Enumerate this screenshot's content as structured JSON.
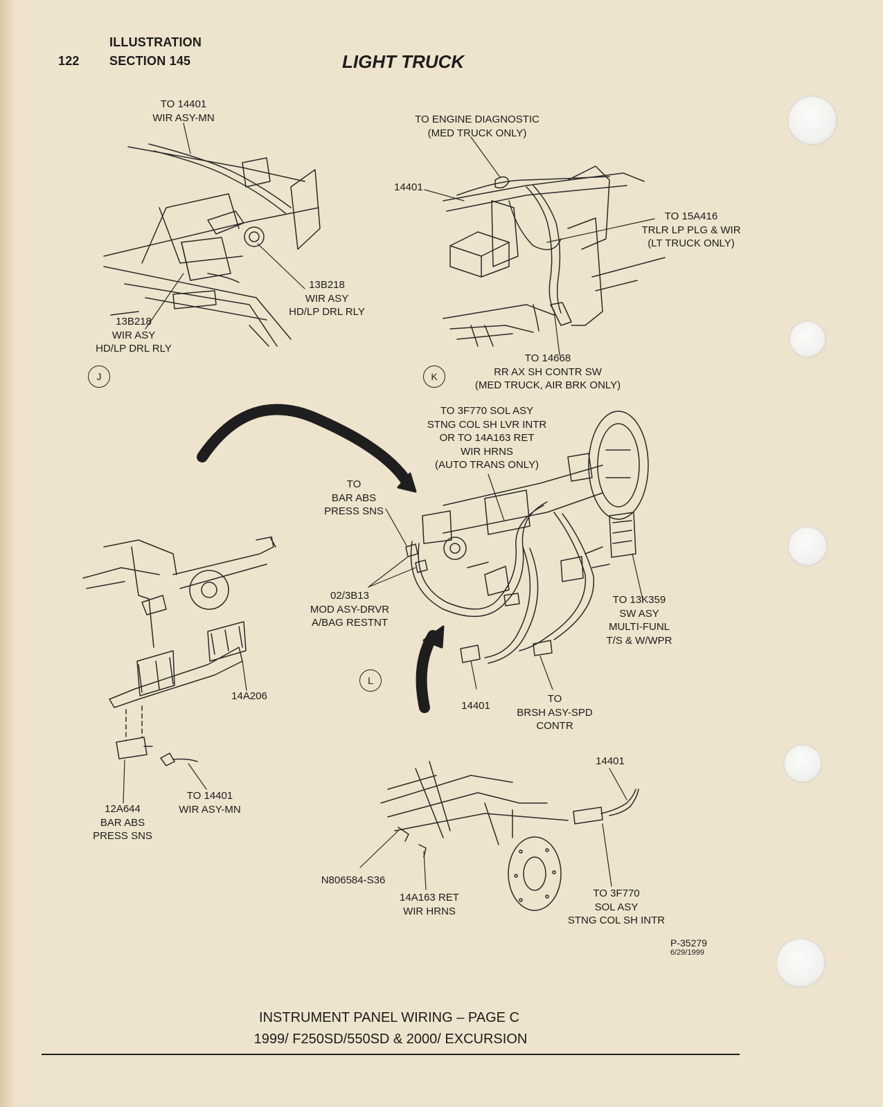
{
  "header": {
    "page_number": "122",
    "line1": "ILLUSTRATION",
    "line2": "SECTION 145",
    "title": "LIGHT TRUCK"
  },
  "views": {
    "J": {
      "marker": "J",
      "labels": {
        "to_14401": [
          "TO 14401",
          "WIR ASY-MN"
        ],
        "relay_right": [
          "13B218",
          "WIR ASY",
          "HD/LP DRL RLY"
        ],
        "relay_left": [
          "13B218",
          "WIR ASY",
          "HD/LP DRL RLY"
        ]
      }
    },
    "K": {
      "marker": "K",
      "labels": {
        "engine_diag": [
          "TO ENGINE DIAGNOSTIC",
          "(MED TRUCK ONLY)"
        ],
        "harness": [
          "14401"
        ],
        "trailer": [
          "TO 15A416",
          "TRLR LP PLG & WIR",
          "(LT TRUCK ONLY)"
        ],
        "rear_axle": [
          "TO 14668",
          "RR AX SH CONTR SW",
          "(MED TRUCK, AIR BRK ONLY)"
        ]
      }
    },
    "L": {
      "marker": "L",
      "labels": {
        "sol_asy": [
          "TO 3F770 SOL ASY",
          "STNG COL SH LVR INTR",
          "OR TO 14A163 RET",
          "WIR HRNS",
          "(AUTO TRANS ONLY)"
        ],
        "bar_abs": [
          "TO",
          "BAR ABS",
          "PRESS SNS"
        ],
        "airbag": [
          "02/3B13",
          "MOD ASY-DRVR",
          "A/BAG RESTNT"
        ],
        "multifunction": [
          "TO 13K359",
          "SW ASY",
          "MULTI-FUNL",
          "T/S & W/WPR"
        ],
        "harness": [
          "14401"
        ],
        "brush": [
          "TO",
          "BRSH ASY-SPD",
          "CONTR"
        ],
        "bracket": [
          "14A206"
        ],
        "sensor": [
          "12A644",
          "BAR ABS",
          "PRESS SNS"
        ],
        "to_14401": [
          "TO 14401",
          "WIR ASY-MN"
        ]
      }
    },
    "lower": {
      "labels": {
        "harness": [
          "14401"
        ],
        "nut": [
          "N806584-S36"
        ],
        "ret": [
          "14A163 RET",
          "WIR HRNS"
        ],
        "sol": [
          "TO 3F770",
          "SOL ASY",
          "STNG COL SH INTR"
        ]
      }
    }
  },
  "part_number": [
    "P-35279",
    "6/29/1999"
  ],
  "footer": {
    "line1": "INSTRUMENT PANEL WIRING – PAGE C",
    "line2": "1999/ F250SD/550SD & 2000/ EXCURSION"
  }
}
